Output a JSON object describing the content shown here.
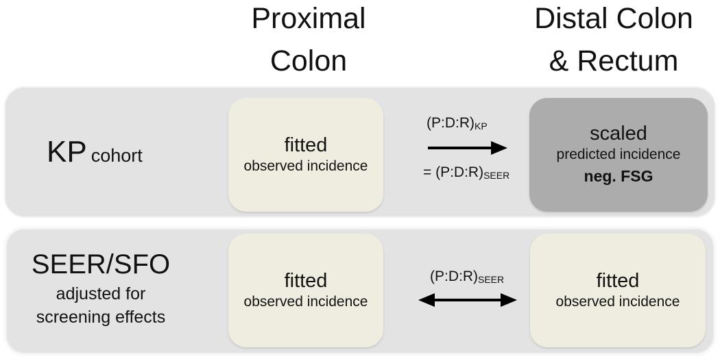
{
  "headers": {
    "proximal": [
      "Proximal",
      "Colon"
    ],
    "distal": [
      "Distal Colon",
      "& Rectum"
    ]
  },
  "rows": {
    "kp": {
      "label": "KP",
      "label_small": "cohort",
      "proximal_box": {
        "title": "fitted",
        "subtitle": "observed incidence"
      },
      "relation_top": {
        "base": "(P:D:R)",
        "sub": "KP"
      },
      "relation_bottom": {
        "base": "= (P:D:R)",
        "sub": "SEER"
      },
      "distal_box": {
        "title": "scaled",
        "subtitle": "predicted incidence",
        "note": "neg. FSG"
      }
    },
    "seer": {
      "label": "SEER/SFO",
      "label_sub": [
        "adjusted for",
        "screening effects"
      ],
      "proximal_box": {
        "title": "fitted",
        "subtitle": "observed incidence"
      },
      "relation": {
        "base": "(P:D:R)",
        "sub": "SEER"
      },
      "distal_box": {
        "title": "fitted",
        "subtitle": "observed incidence"
      }
    }
  },
  "colors": {
    "band": "#e3e3e3",
    "box_light": "#efede0",
    "box_dark": "#acacac"
  }
}
